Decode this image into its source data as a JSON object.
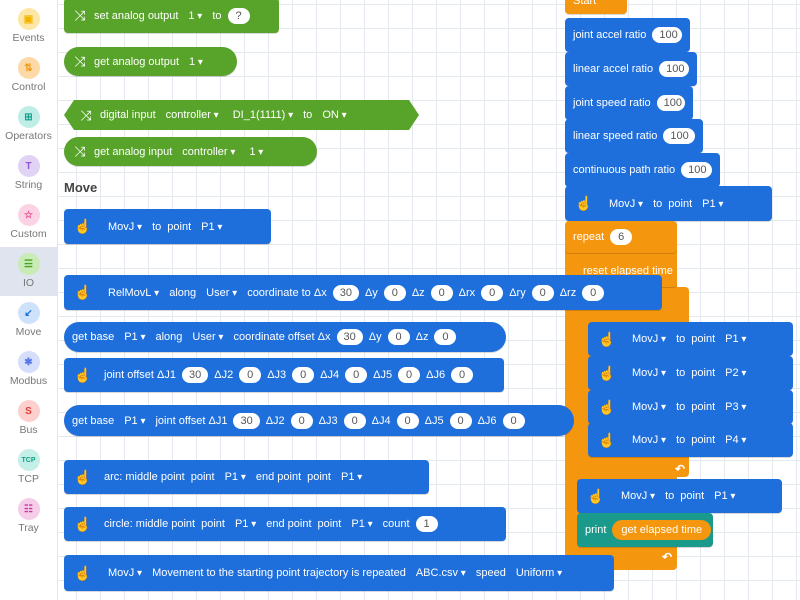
{
  "colors": {
    "motion": "#1e6fdc",
    "io": "#58a42a",
    "control": "#f5960f",
    "print": "#1a9a8a"
  },
  "sidebar": {
    "selected": "IO",
    "items": [
      {
        "label": "Events",
        "icon": "events-icon",
        "glyph": "▣",
        "bg": "#fde6a6",
        "fg": "#f0b400"
      },
      {
        "label": "Control",
        "icon": "control-icon",
        "glyph": "⇅",
        "bg": "#fcd9a6",
        "fg": "#f09a10"
      },
      {
        "label": "Operators",
        "icon": "operators-icon",
        "glyph": "⊞",
        "bg": "#bfeee6",
        "fg": "#14a08e"
      },
      {
        "label": "String",
        "icon": "string-icon",
        "glyph": "T",
        "bg": "#e1d3f5",
        "fg": "#8e57d6"
      },
      {
        "label": "Custom",
        "icon": "star-icon",
        "glyph": "☆",
        "bg": "#fbd3e4",
        "fg": "#e5458e"
      },
      {
        "label": "IO",
        "icon": "io-icon",
        "glyph": "☰",
        "bg": "#c9ebb6",
        "fg": "#4aa326"
      },
      {
        "label": "Move",
        "icon": "move-icon",
        "glyph": "↙",
        "bg": "#cfe2fb",
        "fg": "#1e6fdc"
      },
      {
        "label": "Modbus",
        "icon": "modbus-icon",
        "glyph": "✱",
        "bg": "#d5defb",
        "fg": "#5677e5"
      },
      {
        "label": "Bus",
        "icon": "bus-icon",
        "glyph": "S",
        "bg": "#fbd0cd",
        "fg": "#e04038"
      },
      {
        "label": "TCP",
        "icon": "tcp-icon",
        "glyph": "TCP",
        "bg": "#c4efe6",
        "fg": "#12a08a"
      },
      {
        "label": "Tray",
        "icon": "tray-icon",
        "glyph": "☷",
        "bg": "#f6cde9",
        "fg": "#c43aa0"
      }
    ]
  },
  "section_label": "Move",
  "blocks": [
    {
      "id": "start",
      "tokens": [
        [
          "t",
          "Start"
        ]
      ]
    },
    {
      "id": "joint-accel",
      "tokens": [
        [
          "t",
          "joint accel ratio"
        ],
        [
          "i",
          "100"
        ]
      ]
    },
    {
      "id": "linear-accel",
      "tokens": [
        [
          "t",
          "linear accel ratio"
        ],
        [
          "i",
          "100"
        ]
      ]
    },
    {
      "id": "joint-speed",
      "tokens": [
        [
          "t",
          "joint speed ratio"
        ],
        [
          "i",
          "100"
        ]
      ]
    },
    {
      "id": "linear-speed",
      "tokens": [
        [
          "t",
          "linear speed ratio"
        ],
        [
          "i",
          "100"
        ]
      ]
    },
    {
      "id": "cp-ratio",
      "tokens": [
        [
          "t",
          "continuous path ratio"
        ],
        [
          "i",
          "100"
        ]
      ]
    },
    {
      "id": "stack-movj",
      "tokens": [
        [
          "c",
          ""
        ],
        [
          "d",
          "MovJ"
        ],
        [
          "t",
          "to"
        ],
        [
          "t",
          "point"
        ],
        [
          "d",
          "P1"
        ]
      ]
    },
    {
      "id": "repeat",
      "tokens": [
        [
          "t",
          "repeat"
        ],
        [
          "i",
          "6"
        ]
      ]
    },
    {
      "id": "reset-time",
      "tokens": [
        [
          "t",
          "reset elapsed time"
        ]
      ]
    },
    {
      "id": "inner-movj-1",
      "tokens": [
        [
          "c",
          ""
        ],
        [
          "d",
          "MovJ"
        ],
        [
          "t",
          "to"
        ],
        [
          "t",
          "point"
        ],
        [
          "d",
          "P1"
        ]
      ]
    },
    {
      "id": "inner-movj-2",
      "tokens": [
        [
          "c",
          ""
        ],
        [
          "d",
          "MovJ"
        ],
        [
          "t",
          "to"
        ],
        [
          "t",
          "point"
        ],
        [
          "d",
          "P2"
        ]
      ]
    },
    {
      "id": "inner-movj-3",
      "tokens": [
        [
          "c",
          ""
        ],
        [
          "d",
          "MovJ"
        ],
        [
          "t",
          "to"
        ],
        [
          "t",
          "point"
        ],
        [
          "d",
          "P3"
        ]
      ]
    },
    {
      "id": "inner-movj-4",
      "tokens": [
        [
          "c",
          ""
        ],
        [
          "d",
          "MovJ"
        ],
        [
          "t",
          "to"
        ],
        [
          "t",
          "point"
        ],
        [
          "d",
          "P4"
        ]
      ]
    },
    {
      "id": "after-movj",
      "tokens": [
        [
          "c",
          ""
        ],
        [
          "d",
          "MovJ"
        ],
        [
          "t",
          "to"
        ],
        [
          "t",
          "point"
        ],
        [
          "d",
          "P1"
        ]
      ]
    },
    {
      "id": "print",
      "tokens": [
        [
          "t",
          "print"
        ],
        [
          "r",
          "get elapsed time"
        ]
      ]
    },
    {
      "id": "set-analog-output",
      "tokens": [
        [
          "s",
          ""
        ],
        [
          "t",
          "set analog output"
        ],
        [
          "d",
          "1"
        ],
        [
          "t",
          "to"
        ],
        [
          "i",
          "?"
        ]
      ]
    },
    {
      "id": "get-analog-output",
      "tokens": [
        [
          "s",
          ""
        ],
        [
          "t",
          "get analog output"
        ],
        [
          "d",
          "1"
        ]
      ]
    },
    {
      "id": "digital-input",
      "tokens": [
        [
          "s",
          ""
        ],
        [
          "t",
          "digital input"
        ],
        [
          "d",
          "controller"
        ],
        [
          "d",
          "DI_1(1111)"
        ],
        [
          "t",
          "to"
        ],
        [
          "d",
          "ON"
        ]
      ]
    },
    {
      "id": "get-analog-input",
      "tokens": [
        [
          "s",
          ""
        ],
        [
          "t",
          "get analog input"
        ],
        [
          "d",
          "controller"
        ],
        [
          "d",
          "1"
        ]
      ]
    },
    {
      "id": "movj-point",
      "tokens": [
        [
          "c",
          ""
        ],
        [
          "d",
          "MovJ"
        ],
        [
          "t",
          "to"
        ],
        [
          "t",
          "point"
        ],
        [
          "d",
          "P1"
        ]
      ]
    },
    {
      "id": "relmovl",
      "tokens": [
        [
          "c",
          ""
        ],
        [
          "d",
          "RelMovL"
        ],
        [
          "t",
          "along"
        ],
        [
          "d",
          "User"
        ],
        [
          "t",
          "coordinate  to Δx"
        ],
        [
          "i",
          "30"
        ],
        [
          "t",
          "Δy"
        ],
        [
          "i",
          "0"
        ],
        [
          "t",
          "Δz"
        ],
        [
          "i",
          "0"
        ],
        [
          "t",
          "Δrx"
        ],
        [
          "i",
          "0"
        ],
        [
          "t",
          "Δry"
        ],
        [
          "i",
          "0"
        ],
        [
          "t",
          "Δrz"
        ],
        [
          "i",
          "0"
        ]
      ]
    },
    {
      "id": "get-base-coord",
      "tokens": [
        [
          "t",
          "get base"
        ],
        [
          "d",
          "P1"
        ],
        [
          "t",
          "along"
        ],
        [
          "d",
          "User"
        ],
        [
          "t",
          "coordinate  offset Δx"
        ],
        [
          "i",
          "30"
        ],
        [
          "t",
          "Δy"
        ],
        [
          "i",
          "0"
        ],
        [
          "t",
          "Δz"
        ],
        [
          "i",
          "0"
        ]
      ]
    },
    {
      "id": "joint-offset",
      "tokens": [
        [
          "c",
          ""
        ],
        [
          "t",
          "joint offset ΔJ1"
        ],
        [
          "i",
          "30"
        ],
        [
          "t",
          "ΔJ2"
        ],
        [
          "i",
          "0"
        ],
        [
          "t",
          "ΔJ3"
        ],
        [
          "i",
          "0"
        ],
        [
          "t",
          "ΔJ4"
        ],
        [
          "i",
          "0"
        ],
        [
          "t",
          "ΔJ5"
        ],
        [
          "i",
          "0"
        ],
        [
          "t",
          "ΔJ6"
        ],
        [
          "i",
          "0"
        ]
      ]
    },
    {
      "id": "get-base-joint",
      "tokens": [
        [
          "t",
          "get base"
        ],
        [
          "d",
          "P1"
        ],
        [
          "t",
          "joint offset ΔJ1"
        ],
        [
          "i",
          "30"
        ],
        [
          "t",
          "ΔJ2"
        ],
        [
          "i",
          "0"
        ],
        [
          "t",
          "ΔJ3"
        ],
        [
          "i",
          "0"
        ],
        [
          "t",
          "ΔJ4"
        ],
        [
          "i",
          "0"
        ],
        [
          "t",
          "ΔJ5"
        ],
        [
          "i",
          "0"
        ],
        [
          "t",
          "ΔJ6"
        ],
        [
          "i",
          "0"
        ]
      ]
    },
    {
      "id": "arc",
      "tokens": [
        [
          "c",
          ""
        ],
        [
          "t",
          "arc: middle point"
        ],
        [
          "t",
          "point"
        ],
        [
          "d",
          "P1"
        ],
        [
          "t",
          "end point"
        ],
        [
          "t",
          "point"
        ],
        [
          "d",
          "P1"
        ]
      ]
    },
    {
      "id": "circle",
      "tokens": [
        [
          "c",
          ""
        ],
        [
          "t",
          "circle: middle point"
        ],
        [
          "t",
          "point"
        ],
        [
          "d",
          "P1"
        ],
        [
          "t",
          "end point"
        ],
        [
          "t",
          "point"
        ],
        [
          "d",
          "P1"
        ],
        [
          "t",
          "count"
        ],
        [
          "i",
          "1"
        ]
      ]
    },
    {
      "id": "movj-trajectory",
      "tokens": [
        [
          "c",
          ""
        ],
        [
          "d",
          "MovJ"
        ],
        [
          "t",
          "Movement to the starting point trajectory is repeated"
        ],
        [
          "d",
          "ABC.csv"
        ],
        [
          "t",
          "speed"
        ],
        [
          "d",
          "Uniform"
        ]
      ]
    }
  ]
}
